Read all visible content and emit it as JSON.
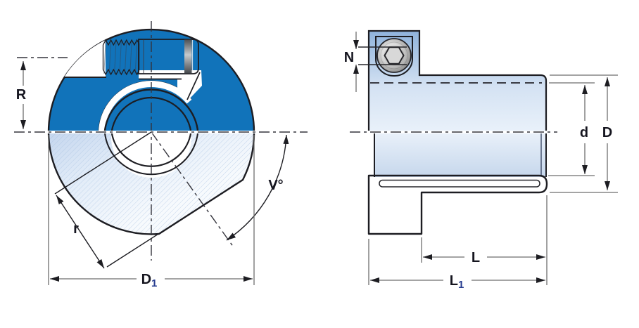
{
  "diagram": {
    "description": "Technical dimension drawing of a quick-clamping shaft collar: front view (left) and side section view (right)",
    "views": {
      "front": {
        "labels": {
          "R": "R",
          "r": "r",
          "V": "V°",
          "D1": {
            "main": "D",
            "sub": "1"
          }
        }
      },
      "side": {
        "labels": {
          "N": "N",
          "d": "d",
          "D": "D",
          "L": "L",
          "L1": {
            "main": "L",
            "sub": "1"
          }
        }
      }
    },
    "colors": {
      "body_blue": "#1173ba",
      "light_blue": "#cfdef1",
      "outline": "#1d1d22",
      "dim_line": "#6e6e6e",
      "label": "#15151f",
      "subscript": "#263c8f",
      "screw_gray": "#c9c9c9",
      "background": "#ffffff"
    }
  }
}
